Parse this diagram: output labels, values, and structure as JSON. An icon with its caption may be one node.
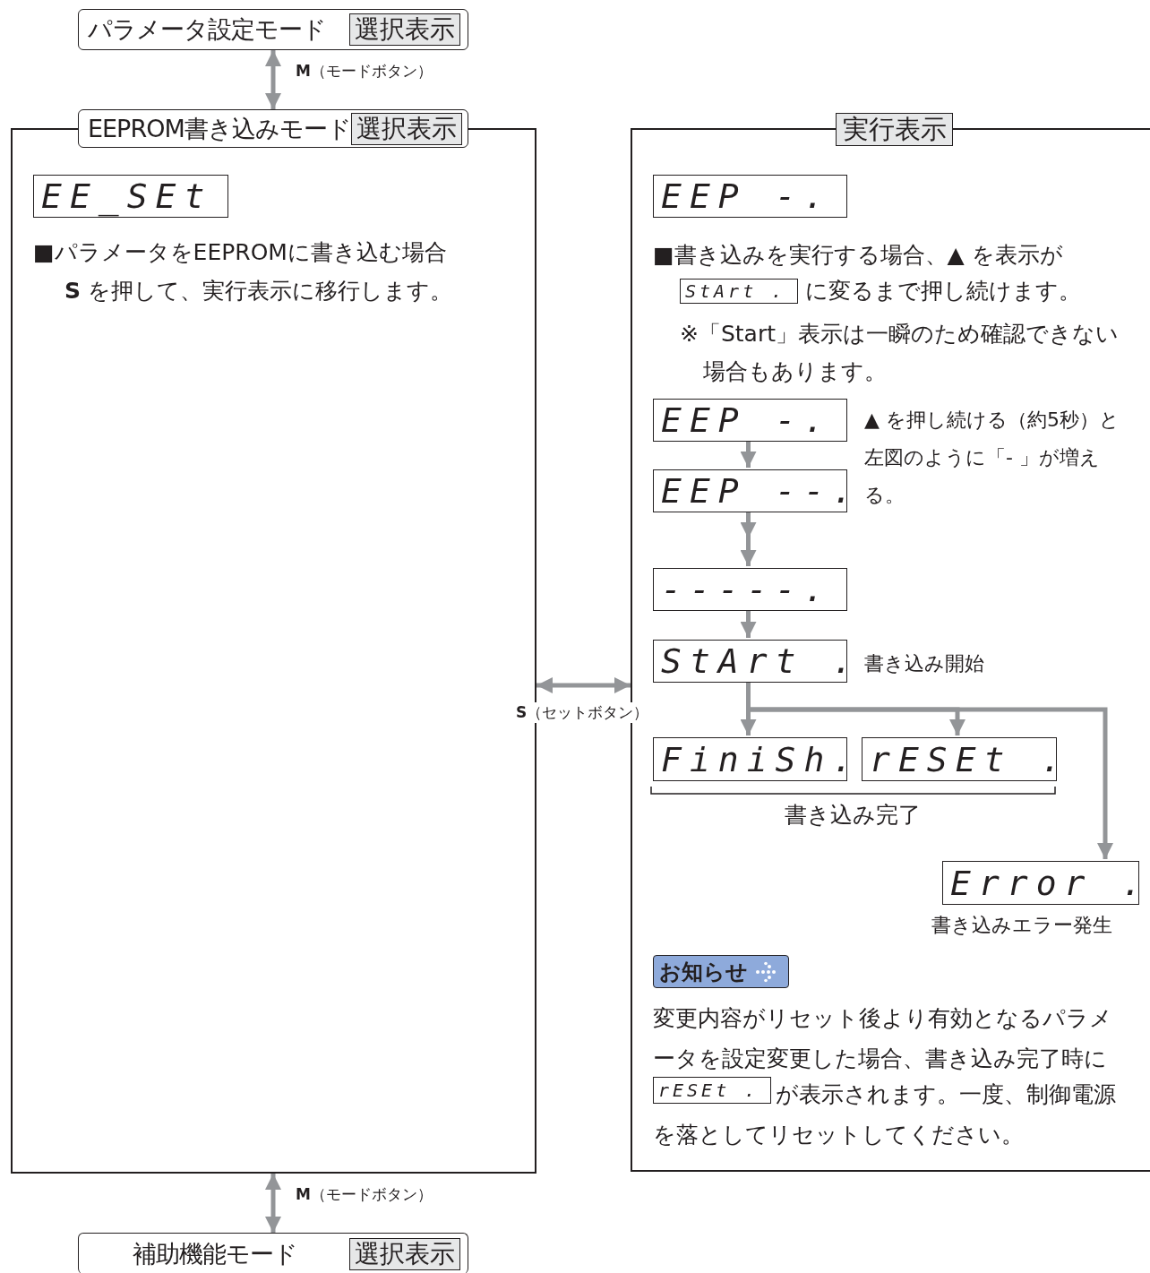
{
  "diagram": {
    "nodes": [
      {
        "text": [
          "パラメータ設定モード",
          "選択表示"
        ]
      },
      {
        "text": [
          "EEPROM書き込みモード",
          "選択表示"
        ]
      },
      {
        "text": [
          "■パラメータをEEPROMに書き込む場合",
          "**S** を押して、実行表示に移行します。"
        ]
      },
      {
        "text": [
          "EE_SEt"
        ],
        "in": 2
      },
      {
        "text": [
          "実行表示",
          "■書き込みを実行する場合、▲ を表示が",
          "に変るまで押し続けます。",
          "※「Start」表示は一瞬のため確認できない場合もあります。",
          "変更内容がリセット後より有効となるパラメータを設定変更した場合、書き込み完了時に",
          "が表示されます。一度、制御電源を落としてリセットしてください。"
        ]
      },
      {
        "text": [
          "EEP -."
        ],
        "in": 4
      },
      {
        "text": [
          "StArt ."
        ],
        "in": 4
      },
      {
        "text": [
          "EEP -."
        ],
        "in": 4,
        "beside": [
          "▲ を押し続ける（約5秒）と左図のように「- 」が増える。"
        ]
      },
      {
        "text": [
          "EEP --."
        ],
        "in": 4
      },
      {
        "text": [
          "-----."
        ],
        "in": 4
      },
      {
        "text": [
          "StArt ."
        ],
        "in": 4,
        "beside": [
          "書き込み開始"
        ]
      },
      {
        "text": [
          "FiniSh."
        ],
        "in": 4
      },
      {
        "text": [
          "rESEt ."
        ],
        "in": 4
      },
      {
        "text": [
          "Error ."
        ],
        "in": 4,
        "beside": [
          "書き込みエラー発生"
        ]
      },
      {
        "text": [
          "お知らせ"
        ],
        "in": 4
      },
      {
        "text": [
          "rESEt ."
        ],
        "in": 4
      },
      {
        "text": [
          "補助機能モード",
          "選択表示"
        ]
      }
    ],
    "edges": [
      {
        "from": 0,
        "to": 1,
        "arrow": "both",
        "label": "**M**（モードボタン）"
      },
      {
        "from": 2,
        "to": 4,
        "arrow": "both",
        "label": "**S**（セットボタン）"
      },
      {
        "from": 7,
        "to": 8,
        "arrow": "to"
      },
      {
        "from": 8,
        "to": 9,
        "arrow": "to"
      },
      {
        "from": 9,
        "to": 10,
        "arrow": "to"
      },
      {
        "from": 10,
        "to": 11,
        "arrow": "to"
      },
      {
        "from": 10,
        "to": 12,
        "arrow": "to"
      },
      {
        "from": 10,
        "to": 13,
        "arrow": "to"
      },
      {
        "from": 2,
        "to": 16,
        "arrow": "both",
        "label": "**M**（モードボタン）"
      }
    ],
    "labels": [
      "書き込み完了"
    ]
  }
}
